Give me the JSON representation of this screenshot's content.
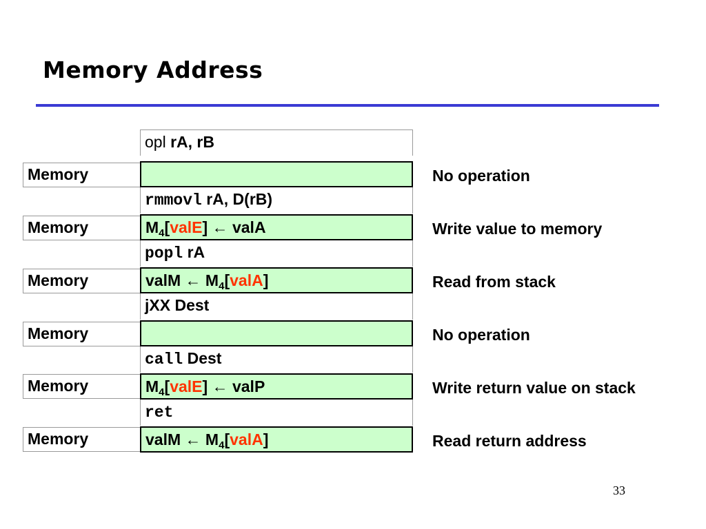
{
  "title": "Memory Address",
  "stage_label": "Memory",
  "arrow": "←",
  "rows": [
    {
      "instr": {
        "mono": "",
        "plain": "opl",
        "bold": "rA, rB"
      },
      "op": {
        "pre": "",
        "m": "",
        "sub": "",
        "open": "",
        "hl": "",
        "close": "",
        "post": ""
      },
      "desc": "No operation"
    },
    {
      "instr": {
        "mono": "rmmovl",
        "plain": "",
        "bold": "rA, D(rB)"
      },
      "op": {
        "pre": " ",
        "m": "M",
        "sub": "4",
        "open": "[",
        "hl": "valE",
        "close": "]",
        "post": "valA"
      },
      "desc": "Write value to memory"
    },
    {
      "instr": {
        "mono": "popl",
        "plain": "",
        "bold": "rA"
      },
      "op": {
        "pre": "valM ",
        "m": "M",
        "sub": "4",
        "open": "[",
        "hl": "valA",
        "close": "]",
        "post": ""
      },
      "desc": "Read from stack"
    },
    {
      "instr": {
        "mono": "",
        "plain": "",
        "bold": "jXX Dest"
      },
      "op": {
        "pre": "",
        "m": "",
        "sub": "",
        "open": "",
        "hl": "",
        "close": "",
        "post": ""
      },
      "desc": "No operation"
    },
    {
      "instr": {
        "mono": "call",
        "plain": "",
        "bold": "Dest"
      },
      "op": {
        "pre": "",
        "m": "M",
        "sub": "4",
        "open": "[",
        "hl": "valE",
        "close": "]",
        "post": "valP"
      },
      "desc": "Write return value on stack"
    },
    {
      "instr": {
        "mono": "ret",
        "plain": "",
        "bold": ""
      },
      "op": {
        "pre": "valM ",
        "m": "M",
        "sub": "4",
        "open": "[",
        "hl": "valA",
        "close": "]",
        "post": ""
      },
      "desc": "Read return address"
    }
  ],
  "page_number": "33",
  "colors": {
    "rule": "#3b3bd4",
    "op_fill": "#ccffcc",
    "highlight": "#ff3300"
  }
}
